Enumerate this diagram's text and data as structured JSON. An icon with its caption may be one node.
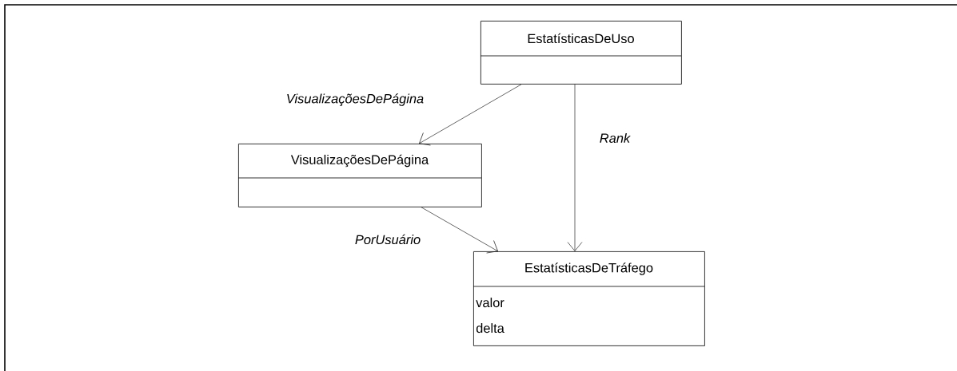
{
  "diagram": {
    "nodes": [
      {
        "text": [
          "EstatísticasDeUso"
        ]
      },
      {
        "text": [
          "VisualizaçõesDePágina"
        ]
      },
      {
        "text": [
          "EstatísticasDeTráfego",
          "valor",
          "delta"
        ]
      }
    ],
    "edges": [
      {
        "from": 0,
        "to": 1,
        "arrow": "to",
        "label": "VisualizaçõesDePágina"
      },
      {
        "from": 0,
        "to": 2,
        "arrow": "to",
        "label": "Rank"
      },
      {
        "from": 1,
        "to": 2,
        "arrow": "to",
        "label": "PorUsuário"
      }
    ]
  }
}
